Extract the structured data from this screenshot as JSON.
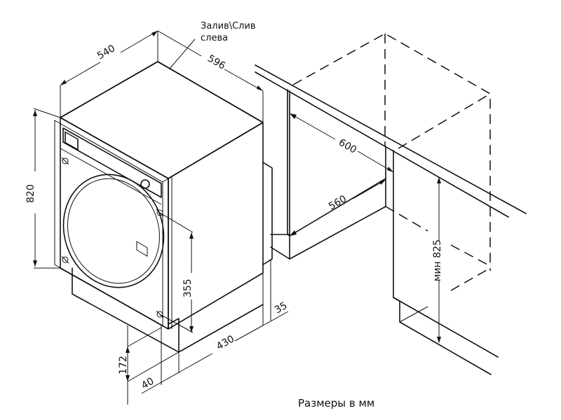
{
  "title": "Размеры в мм",
  "note": {
    "line1": "Залив\\Слив",
    "line2": "слева"
  },
  "machine": {
    "depth": "540",
    "width": "596",
    "height": "820",
    "hinge_spacing": "355",
    "plinth_height": "172",
    "plinth_depth": "430",
    "plinth_offset": "40",
    "back_gap": "35"
  },
  "niche": {
    "depth_outer": "600",
    "depth_inner": "560",
    "min_height": "мин 825"
  }
}
